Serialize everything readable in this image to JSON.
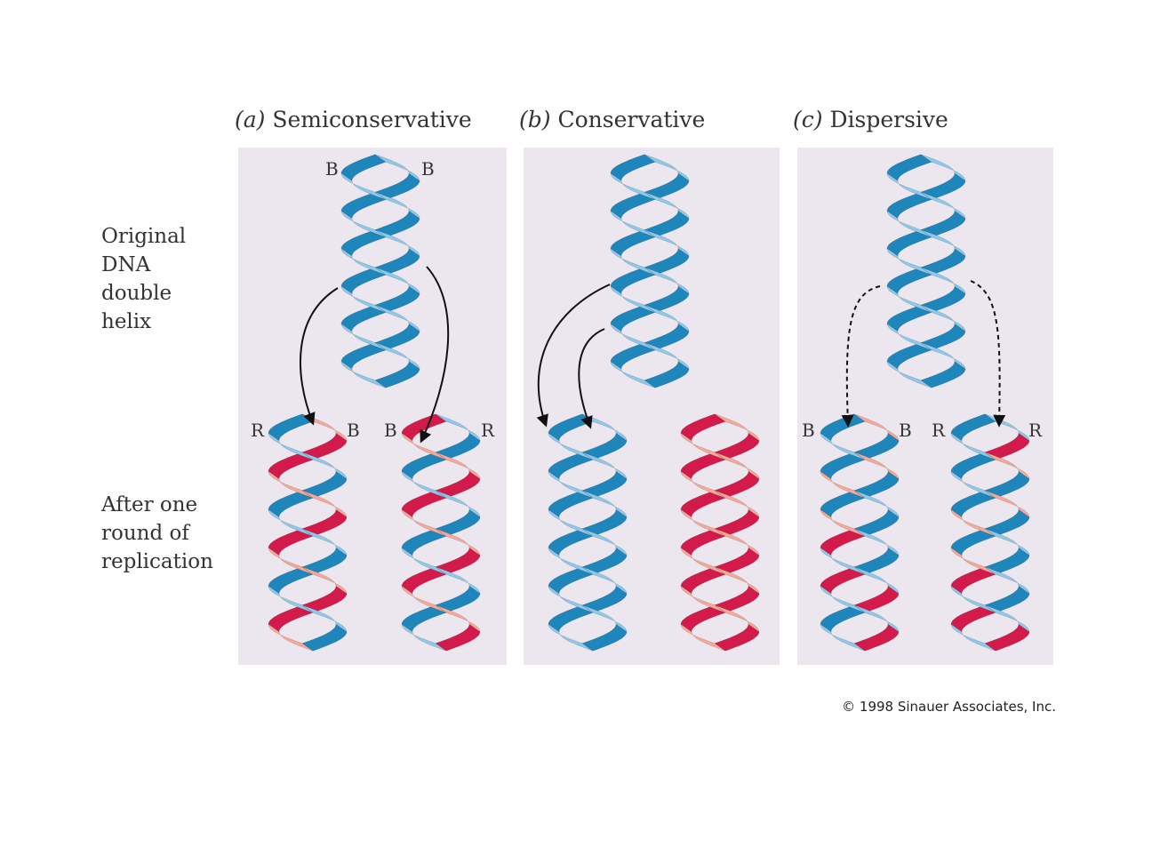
{
  "panels": [
    {
      "label": "(a)",
      "name": "Semiconservative",
      "parent": {
        "left_letter": "B",
        "right_letter": "B"
      },
      "daughters": [
        {
          "left_letter": "R",
          "right_letter": "B"
        },
        {
          "left_letter": "B",
          "right_letter": "R"
        }
      ]
    },
    {
      "label": "(b)",
      "name": "Conservative",
      "parent": {
        "left_letter": "",
        "right_letter": ""
      },
      "daughters": [
        {
          "left_letter": "",
          "right_letter": ""
        },
        {
          "left_letter": "",
          "right_letter": ""
        }
      ]
    },
    {
      "label": "(c)",
      "name": "Dispersive",
      "parent": {
        "left_letter": "",
        "right_letter": ""
      },
      "daughters": [
        {
          "left_letter": "B",
          "right_letter": "B"
        },
        {
          "left_letter": "R",
          "right_letter": "R"
        }
      ]
    }
  ],
  "row_labels": {
    "original": [
      "Original",
      "DNA",
      "double",
      "helix"
    ],
    "after": [
      "After one",
      "round of",
      "replication"
    ]
  },
  "credit": "© 1998 Sinauer Associates, Inc.",
  "colors": {
    "panel_bg": "#ece6ee",
    "blue_light": "#8ec8ea",
    "blue_dark": "#1e86bb",
    "red_light": "#f7a897",
    "red_dark": "#d21b4b",
    "arrow": "#111111"
  }
}
